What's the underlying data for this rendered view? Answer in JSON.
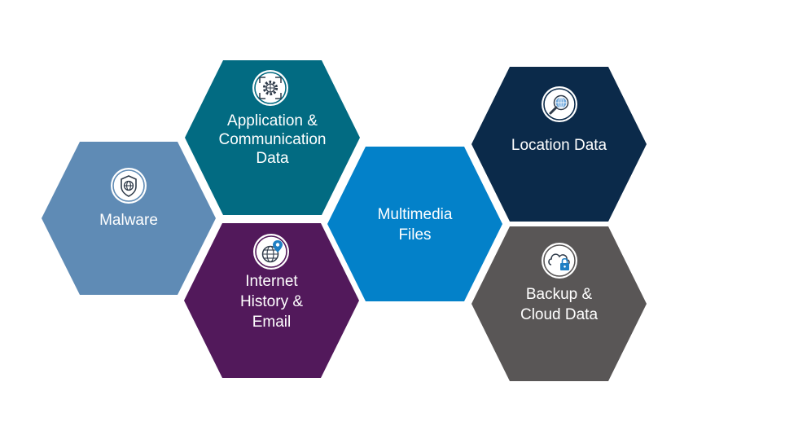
{
  "hexagons": [
    {
      "id": "malware",
      "lines": [
        "Malware"
      ],
      "color": "#5f8bb5",
      "icon": "shield-globe-icon"
    },
    {
      "id": "application-communication-data",
      "lines": [
        "Application &",
        "Communication",
        "Data"
      ],
      "color": "#026b82",
      "icon": "gear-arrows-icon"
    },
    {
      "id": "internet-history-email",
      "lines": [
        "Internet",
        "History &",
        "Email"
      ],
      "color": "#52195b",
      "icon": "globe-pin-icon"
    },
    {
      "id": "multimedia-files",
      "lines": [
        "Multimedia",
        "Files"
      ],
      "color": "#0381c9",
      "icon": null
    },
    {
      "id": "location-data",
      "lines": [
        "Location Data"
      ],
      "color": "#0b2a4a",
      "icon": "magnifier-globe-icon"
    },
    {
      "id": "backup-cloud-data",
      "lines": [
        "Backup &",
        "Cloud Data"
      ],
      "color": "#595656",
      "icon": "cloud-lock-icon"
    }
  ]
}
